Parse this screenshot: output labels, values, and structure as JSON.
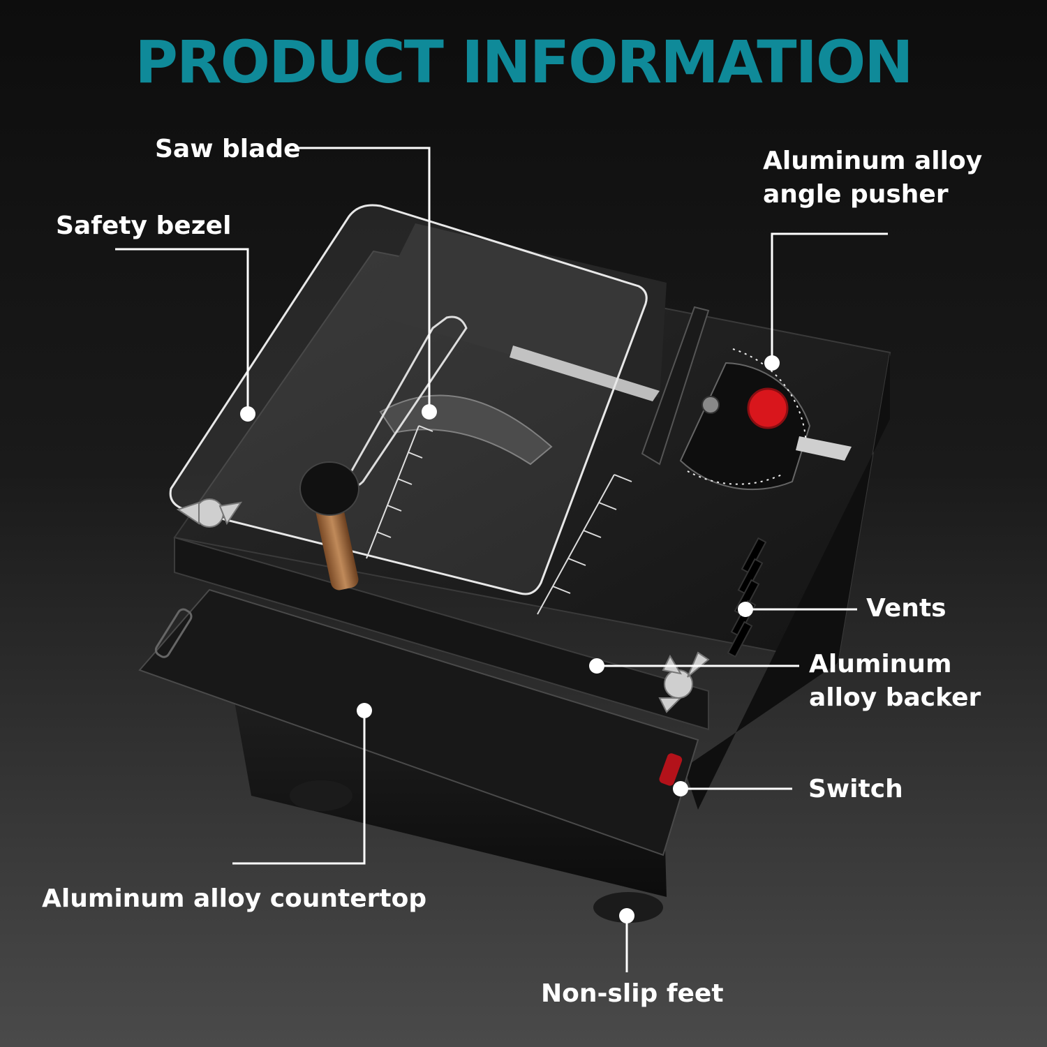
{
  "title": "PRODUCT INFORMATION",
  "labels": {
    "saw_blade": "Saw blade",
    "safety_bezel": "Safety bezel",
    "angle_pusher_line1": "Aluminum alloy",
    "angle_pusher_line2": "angle pusher",
    "vents": "Vents",
    "backer_line1": "Aluminum",
    "backer_line2": "alloy backer",
    "switch": "Switch",
    "countertop": "Aluminum alloy countertop",
    "feet": "Non-slip feet"
  },
  "colors": {
    "accent": "#0f8a99",
    "label": "#ffffff",
    "knob": "#d9161c"
  }
}
